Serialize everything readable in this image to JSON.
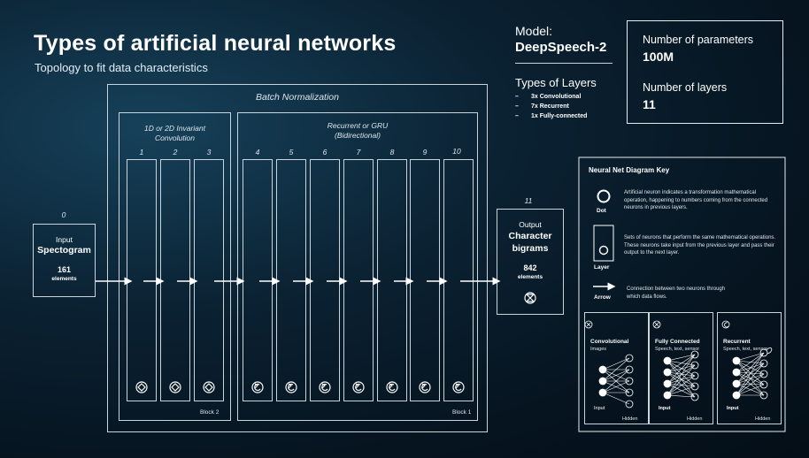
{
  "header": {
    "title": "Types of artificial neural networks",
    "subtitle": "Topology to fit data characteristics"
  },
  "model": {
    "label": "Model:",
    "name": "DeepSpeech-2",
    "layers_heading": "Types of Layers",
    "layer_types": [
      "3x Convolutional",
      "7x Recurrent",
      "1x Fully-connected"
    ],
    "params_label": "Number of parameters",
    "params_value": "100M",
    "num_layers_label": "Number of layers",
    "num_layers_value": "11"
  },
  "diagram": {
    "batch_norm": "Batch Normalization",
    "conv_group": {
      "line1": "1D or 2D Invariant",
      "line2": "Convolution",
      "block": "Block 2"
    },
    "rec_group": {
      "line1": "Recurrent or GRU",
      "line2": "(Bidirectional)",
      "block": "Block 1"
    },
    "layer_numbers": [
      "1",
      "2",
      "3",
      "4",
      "5",
      "6",
      "7",
      "8",
      "9",
      "10"
    ],
    "input": {
      "index": "0",
      "label": "Input",
      "name": "Spectogram",
      "count": "161",
      "unit": "elements"
    },
    "output": {
      "index": "11",
      "label": "Output",
      "name1": "Character",
      "name2": "bigrams",
      "count": "842",
      "unit": "elements"
    }
  },
  "key": {
    "title": "Neural Net Diagram Key",
    "dot": {
      "label": "Dot",
      "text": "Artificial neuron indicates a transformation mathematical operation, happening to numbers coming from the connected neurons in previous layers."
    },
    "layer": {
      "label": "Layer",
      "text": "Sets of neurons that perform the same mathematical operations. These neurons take input from the previous layer and pass their output to the next layer."
    },
    "arrow": {
      "label": "Arrow",
      "text": "Connection between two neurons through which data flows."
    },
    "types": [
      {
        "title": "Convolutional",
        "sub": "Images",
        "input": "Input",
        "hidden": "Hidden"
      },
      {
        "title": "Fully Connected",
        "sub": "Speech, text, sensor",
        "input": "Input",
        "hidden": "Hidden"
      },
      {
        "title": "Recurrent",
        "sub": "Speech, text, sensor",
        "input": "Input",
        "hidden": "Hidden"
      }
    ]
  }
}
